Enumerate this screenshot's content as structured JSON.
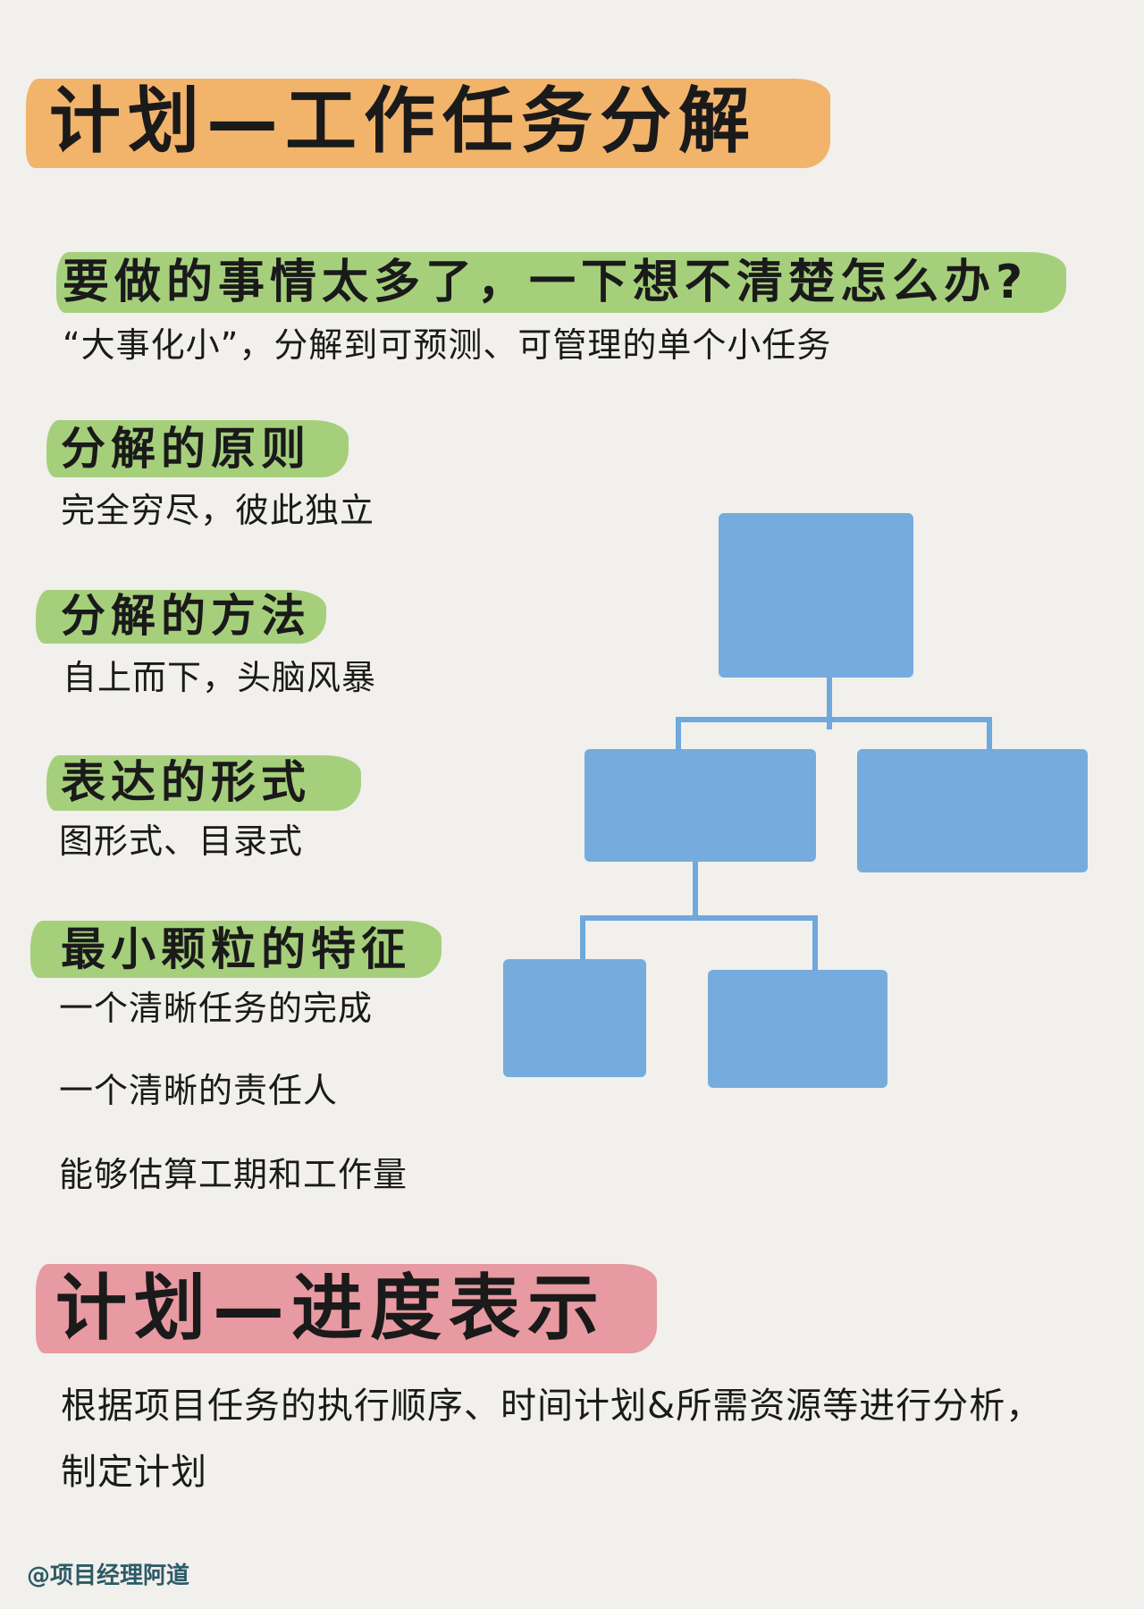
{
  "sections": {
    "wbs_title": "计划—工作任务分解",
    "question": "要做的事情太多了，一下想不清楚怎么办?",
    "question_answer": "“大事化小”，分解到可预测、可管理的单个小任务",
    "principle_title": "分解的原则",
    "principle_text": "完全穷尽，彼此独立",
    "method_title": "分解的方法",
    "method_text": "自上而下，头脑风暴",
    "form_title": "表达的形式",
    "form_text": "图形式、目录式",
    "granularity_title": "最小颗粒的特征",
    "granularity_items": [
      "一个清晰任务的完成",
      "一个清晰的责任人",
      "能够估算工期和工作量"
    ],
    "schedule_title": "计划—进度表示",
    "schedule_text_1": "根据项目任务的执行顺序、时间计划&所需资源等进行分析，",
    "schedule_text_2": "制定计划"
  },
  "watermark": "@项目经理阿道",
  "colors": {
    "orange": "#f2b36b",
    "green": "#a6cf7c",
    "pink": "#e79aa1",
    "blue": "#6fa8dc",
    "background": "#f1f0ec"
  }
}
